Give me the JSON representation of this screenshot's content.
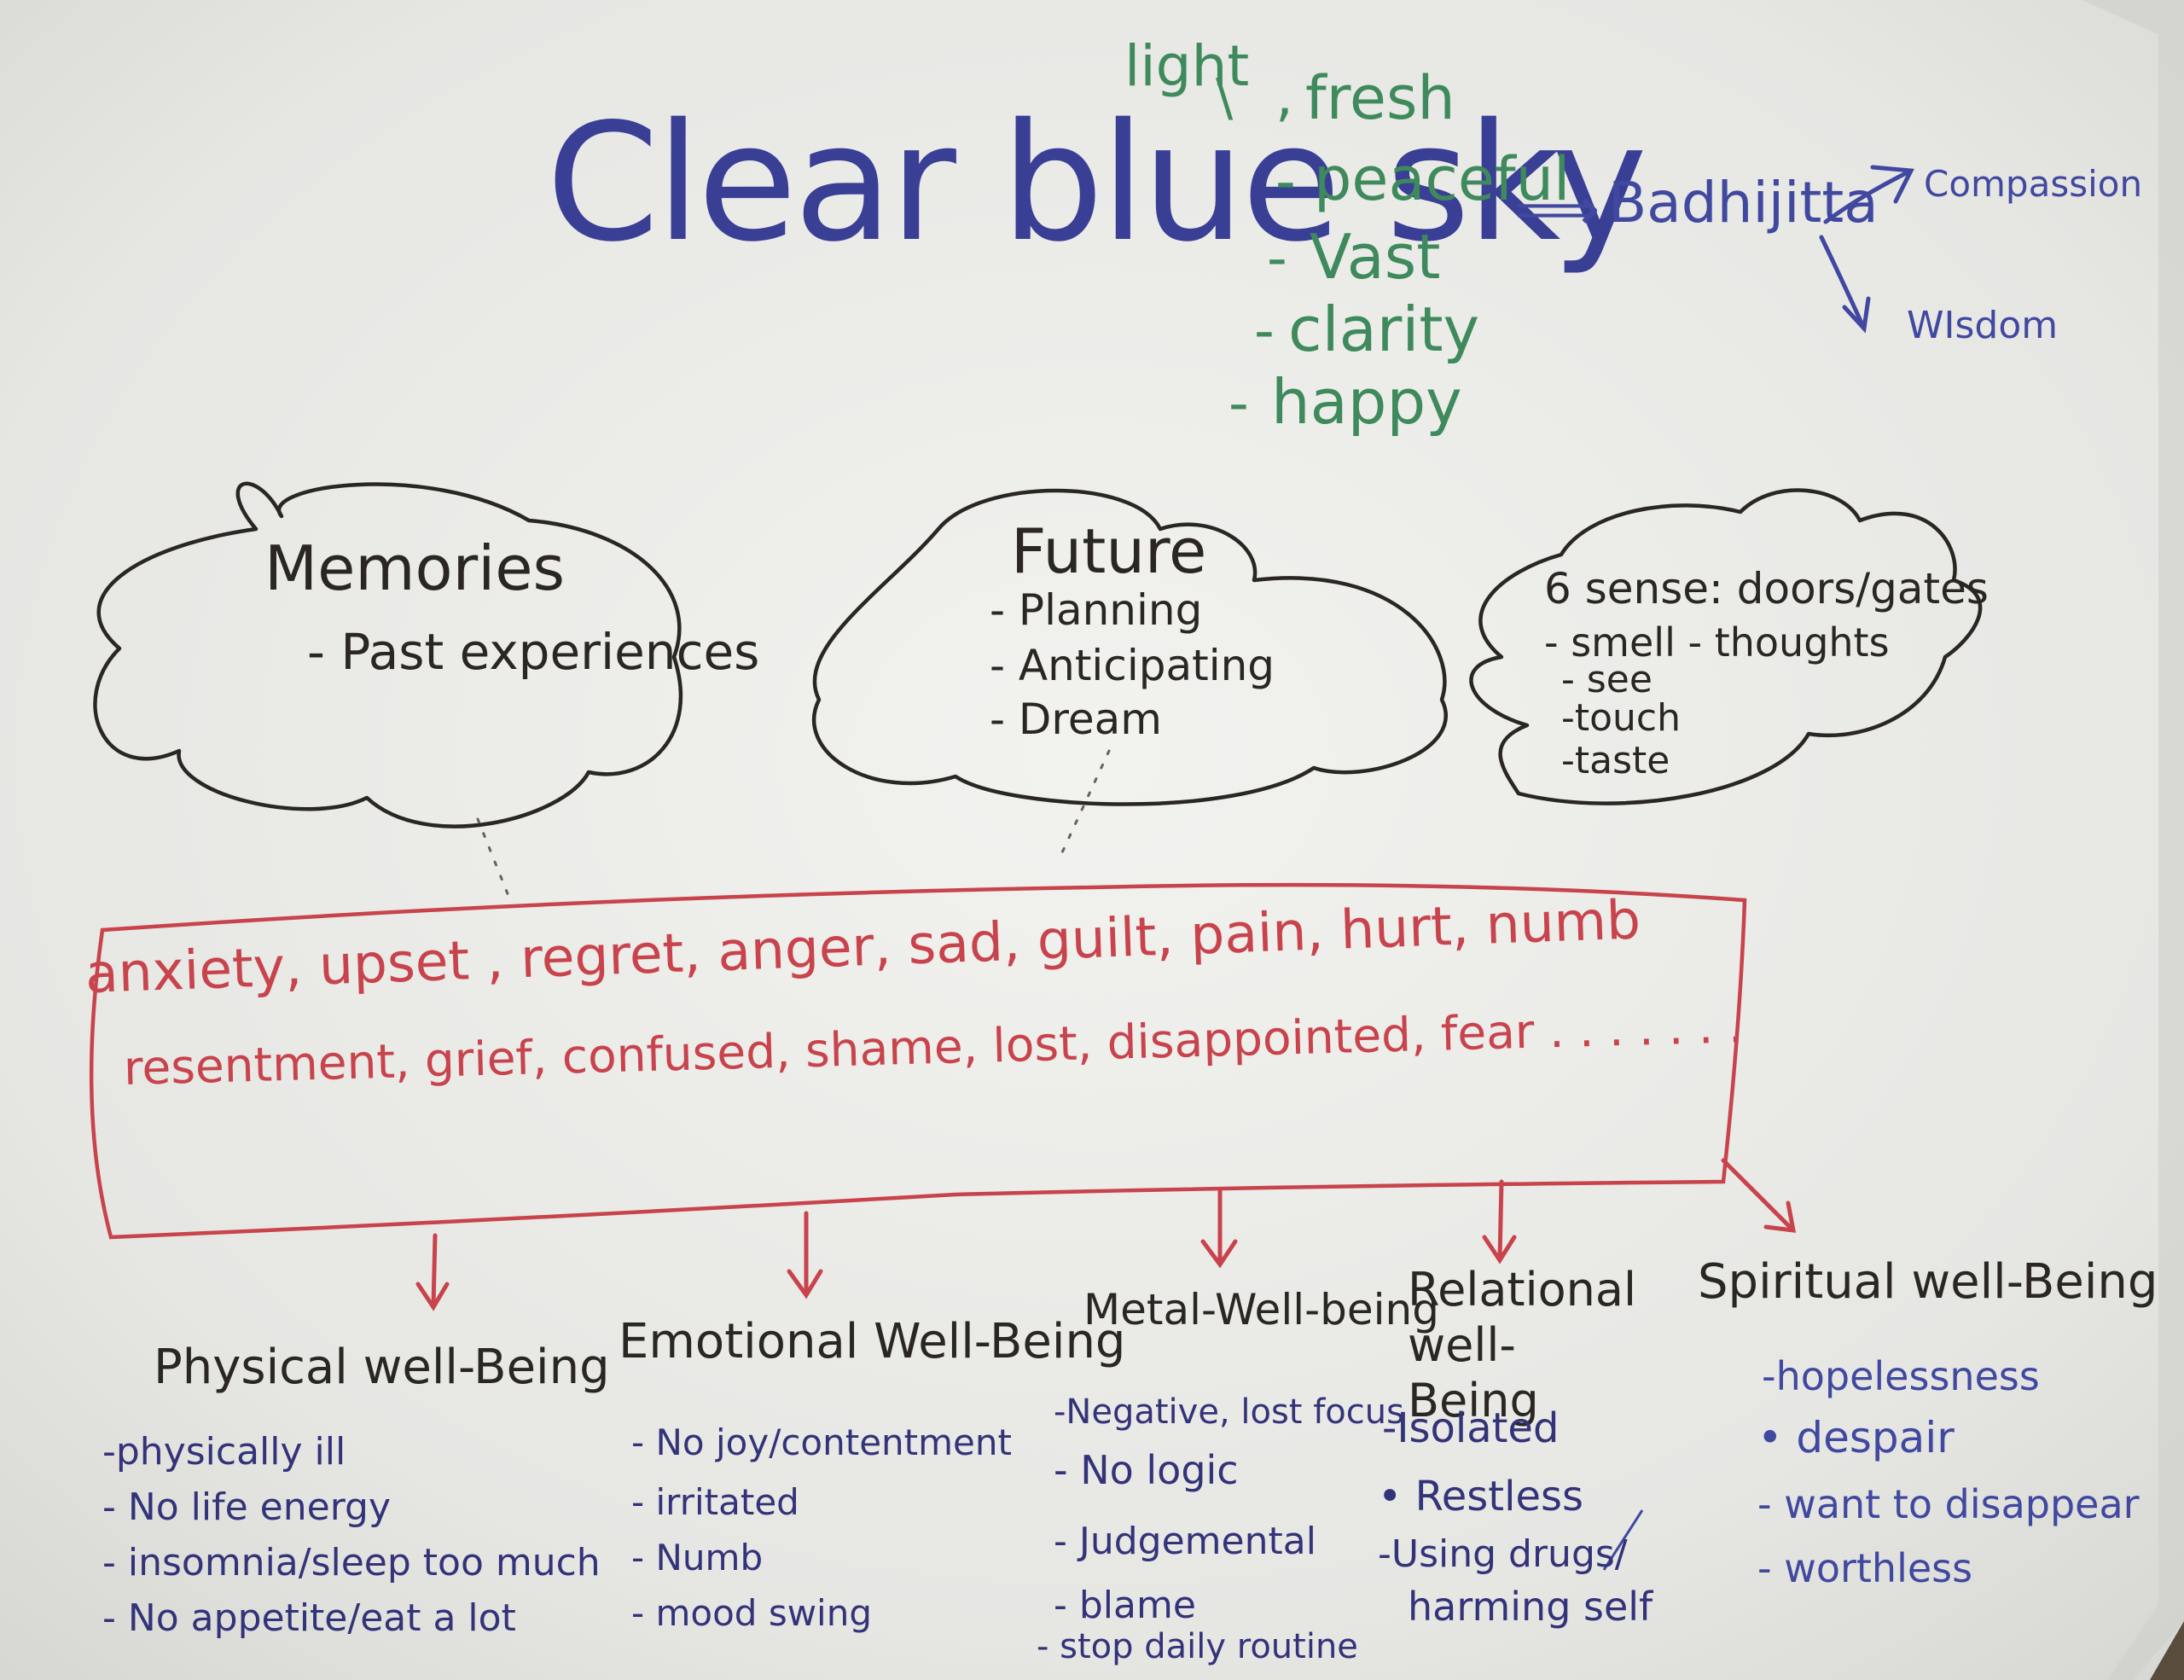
{
  "colors": {
    "title": "#3a3f96",
    "green": "#3f8a5c",
    "blue": "#4048a0",
    "red": "#c8434c",
    "ink": "#2a2622",
    "paper": "#eeeeea"
  },
  "title": "Clear blue sky",
  "sky_qualities": [
    "light",
    "fresh",
    "peaceful",
    "Vast",
    "clarity",
    "happy"
  ],
  "sky_prefixes": {
    "fresh": ",",
    "peaceful": "-",
    "vast": "-",
    "clarity": "-",
    "happy": "-"
  },
  "bodhicitta": {
    "arrow": "⟹",
    "label": "Badhijitta",
    "branches": [
      "Compassion",
      "WIsdom"
    ]
  },
  "clouds": {
    "memories": {
      "title": "Memories",
      "items": [
        "- Past experiences"
      ]
    },
    "future": {
      "title": "Future",
      "items": [
        "- Planning",
        "- Anticipating",
        "- Dream"
      ]
    },
    "senses": {
      "title": "6 sense: doors/gates",
      "items": [
        "- smell - thoughts",
        "- see",
        "-touch",
        "-taste"
      ]
    }
  },
  "emotions": {
    "line1": "anxiety, upset , regret, anger, sad, guilt, pain, hurt, numb",
    "line2": "resentment, grief, confused, shame, lost, disappointed, fear . . . . . . ."
  },
  "wellbeing": [
    {
      "title": "Physical well-Being",
      "items": [
        "-physically ill",
        "- No life energy",
        "- insomnia/sleep too much",
        "- No appetite/eat a lot"
      ]
    },
    {
      "title": "Emotional Well-Being",
      "items": [
        "- No joy/contentment",
        "- irritated",
        "- Numb",
        "- mood swing"
      ]
    },
    {
      "title": "Metal-Well-being",
      "items": [
        "-Negative, lost focus",
        "- No logic",
        "- Judgemental",
        "- blame",
        "- stop daily routine"
      ]
    },
    {
      "title": "Relational well-Being",
      "items": [
        "-Isolated",
        "• Restless",
        "-Using drugs/",
        "harming self"
      ]
    },
    {
      "title": "Spiritual well-Being",
      "items": [
        "-hopelessness",
        "• despair",
        "- want to disappear",
        "- worthless"
      ]
    }
  ]
}
